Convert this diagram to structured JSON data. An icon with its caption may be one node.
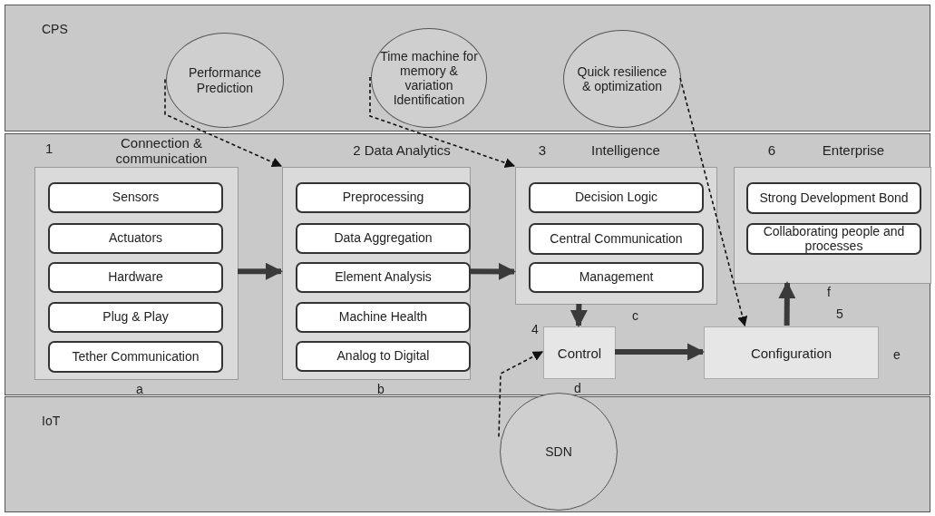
{
  "diagram": {
    "nodes": [
      {
        "text": [
          "CPS"
        ]
      },
      {
        "text": [
          "Performance Prediction"
        ],
        "in": 0
      },
      {
        "text": [
          "Time machine for memory & variation Identification"
        ],
        "in": 0
      },
      {
        "text": [
          "Quick resilience & optimization"
        ],
        "in": 0
      },
      {
        "text": [],
        "shape": "band"
      },
      {
        "text": [
          "1",
          "Connection & communication"
        ],
        "in": 4,
        "beside": [
          "a"
        ]
      },
      {
        "text": [
          "Sensors"
        ],
        "in": 5
      },
      {
        "text": [
          "Actuators"
        ],
        "in": 5
      },
      {
        "text": [
          "Hardware"
        ],
        "in": 5
      },
      {
        "text": [
          "Plug & Play"
        ],
        "in": 5
      },
      {
        "text": [
          "Tether Communication"
        ],
        "in": 5
      },
      {
        "text": [
          "2 Data Analytics"
        ],
        "in": 4,
        "beside": [
          "b"
        ]
      },
      {
        "text": [
          "Preprocessing"
        ],
        "in": 11
      },
      {
        "text": [
          "Data Aggregation"
        ],
        "in": 11
      },
      {
        "text": [
          "Element Analysis"
        ],
        "in": 11
      },
      {
        "text": [
          "Machine Health"
        ],
        "in": 11
      },
      {
        "text": [
          "Analog to Digital"
        ],
        "in": 11
      },
      {
        "text": [
          "3",
          "Intelligence"
        ],
        "in": 4,
        "beside": [
          "c"
        ]
      },
      {
        "text": [
          "Decision Logic"
        ],
        "in": 17
      },
      {
        "text": [
          "Central Communication"
        ],
        "in": 17
      },
      {
        "text": [
          "Management"
        ],
        "in": 17
      },
      {
        "text": [
          "6",
          "Enterprise"
        ],
        "in": 4,
        "beside": [
          "f"
        ]
      },
      {
        "text": [
          "Strong Development Bond"
        ],
        "in": 21
      },
      {
        "text": [
          "Collaborating people and processes"
        ],
        "in": 21
      },
      {
        "text": [
          "Control"
        ],
        "in": 4,
        "beside": [
          "4",
          "d"
        ]
      },
      {
        "text": [
          "Configuration"
        ],
        "in": 4,
        "beside": [
          "5",
          "e"
        ]
      },
      {
        "text": [
          "IoT"
        ]
      },
      {
        "text": [
          "SDN"
        ],
        "in": 26
      }
    ],
    "edges": [
      {
        "from": 1,
        "to": 11,
        "arrow": "to",
        "style": "dashed"
      },
      {
        "from": 2,
        "to": 17,
        "arrow": "to",
        "style": "dashed"
      },
      {
        "from": 3,
        "to": 25,
        "arrow": "to",
        "style": "dashed"
      },
      {
        "from": 5,
        "to": 11,
        "arrow": "to"
      },
      {
        "from": 11,
        "to": 17,
        "arrow": "to"
      },
      {
        "from": 17,
        "to": 24,
        "arrow": "to"
      },
      {
        "from": 24,
        "to": 25,
        "arrow": "to"
      },
      {
        "from": 25,
        "to": 21,
        "arrow": "to"
      },
      {
        "from": 27,
        "to": 24,
        "arrow": "to",
        "style": "dashed"
      }
    ]
  }
}
